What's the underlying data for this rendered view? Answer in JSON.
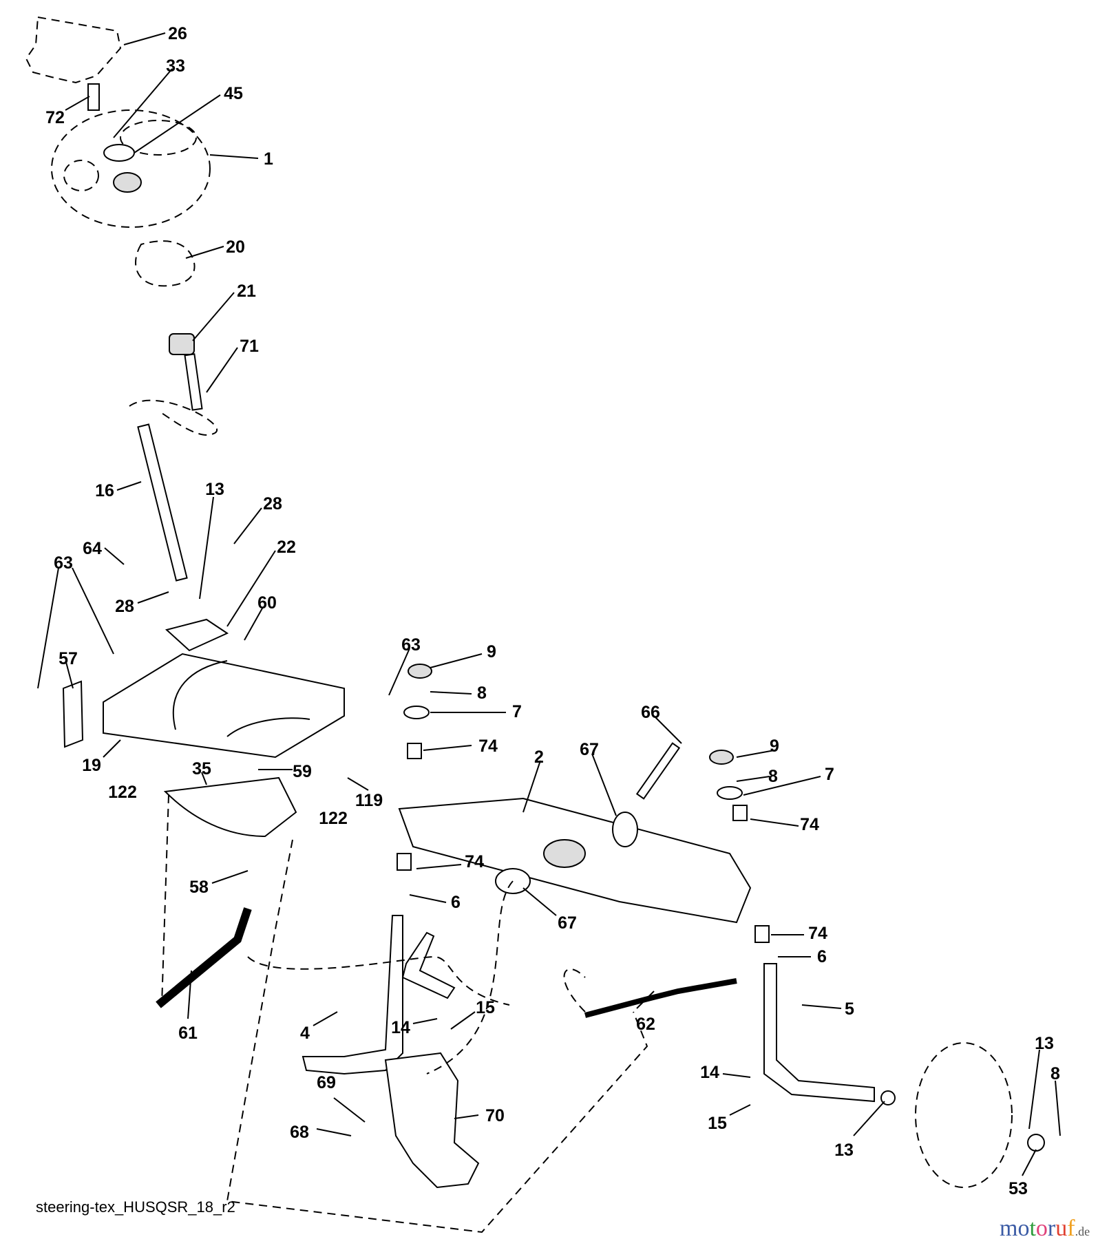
{
  "caption": "steering-tex_HUSQSR_18_r2",
  "watermark": {
    "text": "motoruf",
    "suffix": ".de",
    "colors": [
      "#3b5ba5",
      "#3b5ba5",
      "#2e9c3c",
      "#e0407a",
      "#3b5ba5",
      "#e04030",
      "#f0a020"
    ]
  },
  "labels": [
    "26",
    "33",
    "72",
    "45",
    "1",
    "20",
    "21",
    "71",
    "16",
    "13",
    "28",
    "64",
    "22",
    "28",
    "63",
    "60",
    "57",
    "63",
    "9",
    "8",
    "7",
    "74",
    "66",
    "19",
    "59",
    "119",
    "35",
    "122",
    "122",
    "67",
    "2",
    "9",
    "8",
    "7",
    "74",
    "74",
    "58",
    "6",
    "67",
    "74",
    "6",
    "5",
    "61",
    "62",
    "4",
    "14",
    "15",
    "14",
    "13",
    "8",
    "69",
    "70",
    "68",
    "15",
    "13",
    "53"
  ]
}
